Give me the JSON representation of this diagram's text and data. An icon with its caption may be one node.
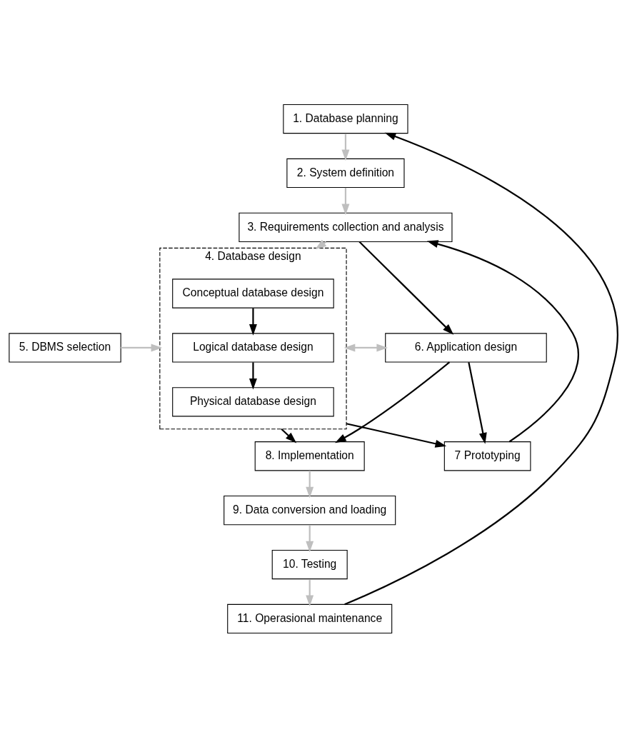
{
  "diagram": {
    "nodes": [
      {
        "text": [
          "1. Database planning"
        ]
      },
      {
        "text": [
          "2. System definition"
        ]
      },
      {
        "text": [
          "3. Requirements collection and analysis"
        ]
      },
      {
        "text": [
          "4. Database design"
        ]
      },
      {
        "text": [
          "Conceptual database design"
        ],
        "in": 3
      },
      {
        "text": [
          "Logical database design"
        ],
        "in": 3
      },
      {
        "text": [
          "Physical database design"
        ],
        "in": 3
      },
      {
        "text": [
          "5. DBMS selection"
        ]
      },
      {
        "text": [
          "6. Application design"
        ]
      },
      {
        "text": [
          "7 Prototyping"
        ]
      },
      {
        "text": [
          "8. Implementation"
        ]
      },
      {
        "text": [
          "9. Data conversion and loading"
        ]
      },
      {
        "text": [
          "10. Testing"
        ]
      },
      {
        "text": [
          "11. Operasional maintenance"
        ]
      }
    ],
    "edges": [
      {
        "from": 0,
        "to": 1,
        "arrow": "to",
        "color": "#bfbfbf"
      },
      {
        "from": 1,
        "to": 2,
        "arrow": "to",
        "color": "#bfbfbf"
      },
      {
        "from": 2,
        "to": 3,
        "arrow": "to",
        "color": "#bfbfbf"
      },
      {
        "from": 2,
        "to": 8,
        "arrow": "to"
      },
      {
        "from": 4,
        "to": 5,
        "arrow": "to"
      },
      {
        "from": 5,
        "to": 6,
        "arrow": "to"
      },
      {
        "from": 7,
        "to": 3,
        "arrow": "to",
        "color": "#bfbfbf"
      },
      {
        "from": 3,
        "to": 8,
        "arrow": "both",
        "color": "#bfbfbf"
      },
      {
        "from": 8,
        "to": 9,
        "arrow": "to"
      },
      {
        "from": 8,
        "to": 10,
        "arrow": "to"
      },
      {
        "from": 3,
        "to": 9,
        "arrow": "to"
      },
      {
        "from": 3,
        "to": 10,
        "arrow": "to"
      },
      {
        "from": 9,
        "to": 2,
        "arrow": "to"
      },
      {
        "from": 10,
        "to": 11,
        "arrow": "to",
        "color": "#bfbfbf"
      },
      {
        "from": 11,
        "to": 12,
        "arrow": "to",
        "color": "#bfbfbf"
      },
      {
        "from": 12,
        "to": 13,
        "arrow": "to",
        "color": "#bfbfbf"
      },
      {
        "from": 13,
        "to": 0,
        "arrow": "to"
      }
    ]
  }
}
